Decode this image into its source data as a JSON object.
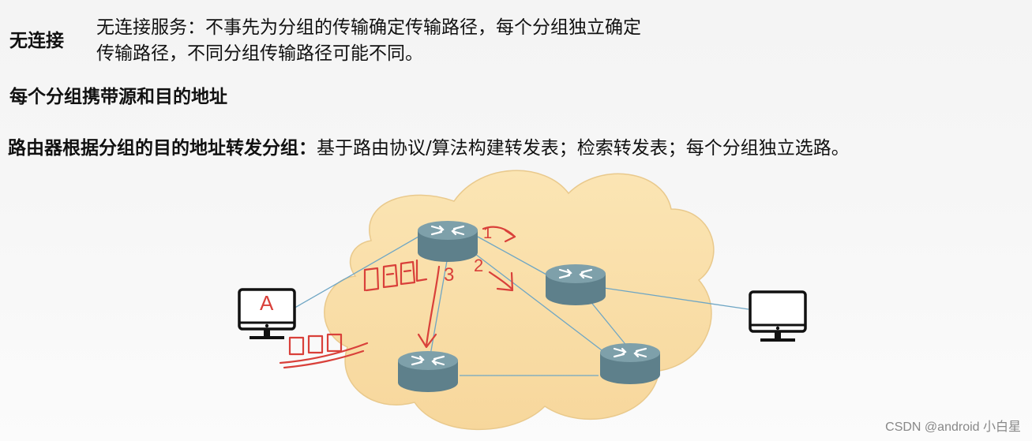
{
  "heading": {
    "term": "无连接",
    "definition_line1": "无连接服务：不事先为分组的传输确定传输路径，每个分组独立确定",
    "definition_line2": "传输路径，不同分组传输路径可能不同。"
  },
  "point2": "每个分组携带源和目的地址",
  "point3": {
    "bold": "路由器根据分组的目的地址转发分组：",
    "rest": "基于路由协议/算法构建转发表；检索转发表；每个分组独立选路。"
  },
  "diagram": {
    "hosts": [
      {
        "id": "host-a",
        "label": "A"
      },
      {
        "id": "host-b",
        "label": ""
      }
    ],
    "routers": [
      "router-1",
      "router-2",
      "router-3",
      "router-4"
    ],
    "annotations": {
      "path_labels": [
        "1",
        "2",
        "3"
      ]
    },
    "colors": {
      "cloud": "#f9dfaa",
      "router": "#6b8e99",
      "annotation": "#d9403a",
      "link": "#6fa6c4"
    }
  },
  "watermark": "CSDN @android 小白星"
}
